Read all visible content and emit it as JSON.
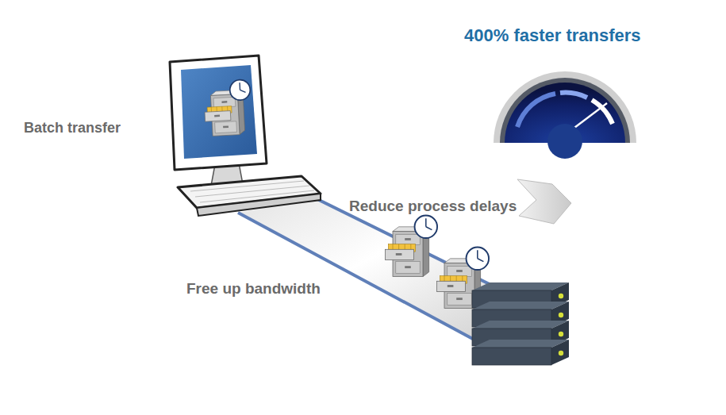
{
  "diagram": {
    "title": "400% faster transfers",
    "nodes": [
      {
        "text": [
          "Reduce process delays",
          "Free up bandwidth"
        ]
      }
    ],
    "labels": [
      "Batch transfer"
    ]
  }
}
